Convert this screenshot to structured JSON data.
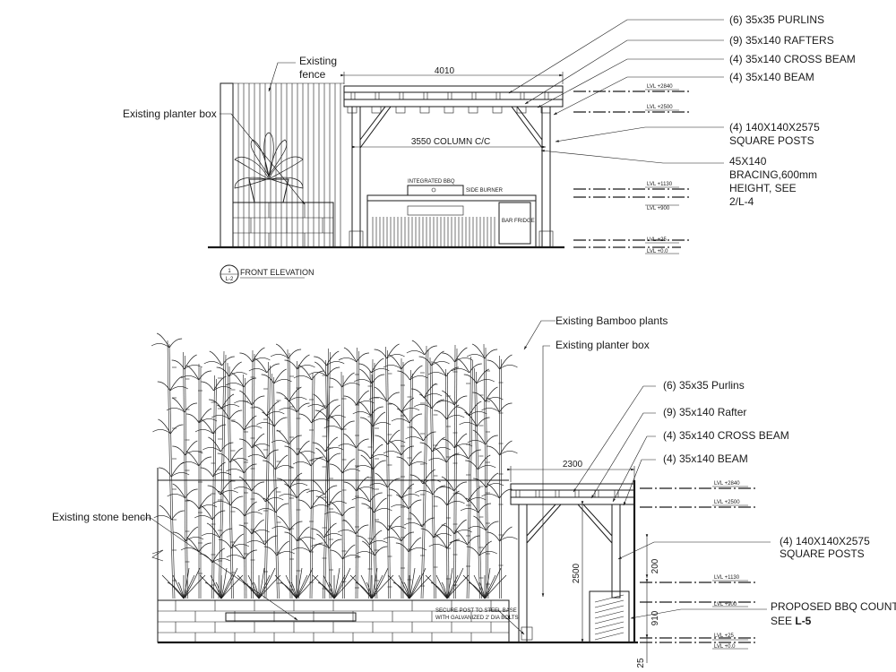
{
  "top": {
    "callouts": {
      "purlins": "(6)   35x35 PURLINS",
      "rafters": "(9)   35x140 RAFTERS",
      "cross_beam": "(4)   35x140 CROSS BEAM",
      "beam": "(4)   35x140 BEAM",
      "posts_1": "(4)  140X140X2575",
      "posts_2": "SQUARE POSTS",
      "bracing_1": "45X140",
      "bracing_2": "BRACING,600mm",
      "bracing_3": "HEIGHT, SEE",
      "bracing_4": "2/L-4"
    },
    "existing_fence_1": "Existing",
    "existing_fence_2": "fence",
    "existing_planter": "Existing planter box",
    "dim_width": "4010",
    "dim_columns": "3550  COLUMN  C/C",
    "integrated_bbq": "INTEGRATED BBQ",
    "side_burner": "SIDE BURNER",
    "bar_fridge": "BAR FRIDGE",
    "levels": [
      "LVL +2840",
      "LVL +2500",
      "LVL +1130",
      "LVL +900",
      "LVL +25",
      "LVL +0.0"
    ],
    "title_number": "1",
    "title_sheet": "L-2",
    "title": "FRONT ELEVATION"
  },
  "bottom": {
    "existing_bamboo": "Existing Bamboo plants",
    "existing_planter": "Existing planter box",
    "existing_bench": "Existing stone bench",
    "callouts": {
      "purlins": "(6)     35x35 Purlins",
      "rafter": "(9)     35x140 Rafter",
      "cross_beam": "(4)     35x140 CROSS BEAM",
      "beam": "(4)     35x140 BEAM",
      "posts_1": "(4)  140X140X2575",
      "posts_2": "SQUARE POSTS",
      "bbq_1": "PROPOSED BBQ COUNTER",
      "bbq_2": "SEE ",
      "bbq_ref": "L-5"
    },
    "dim_width": "2300",
    "dim_2500": "2500",
    "dim_200": "200",
    "dim_910": "910",
    "dim_25": "25",
    "secure_note_1": "SECURE POST TO STEEL BASE",
    "secure_note_2": "WITH GALVANIZED 2' DIA BOLTS",
    "levels": [
      "LVL +2840",
      "LVL +2500",
      "LVL +1130",
      "LVL +900",
      "LVL +25",
      "LVL +0.0"
    ]
  }
}
